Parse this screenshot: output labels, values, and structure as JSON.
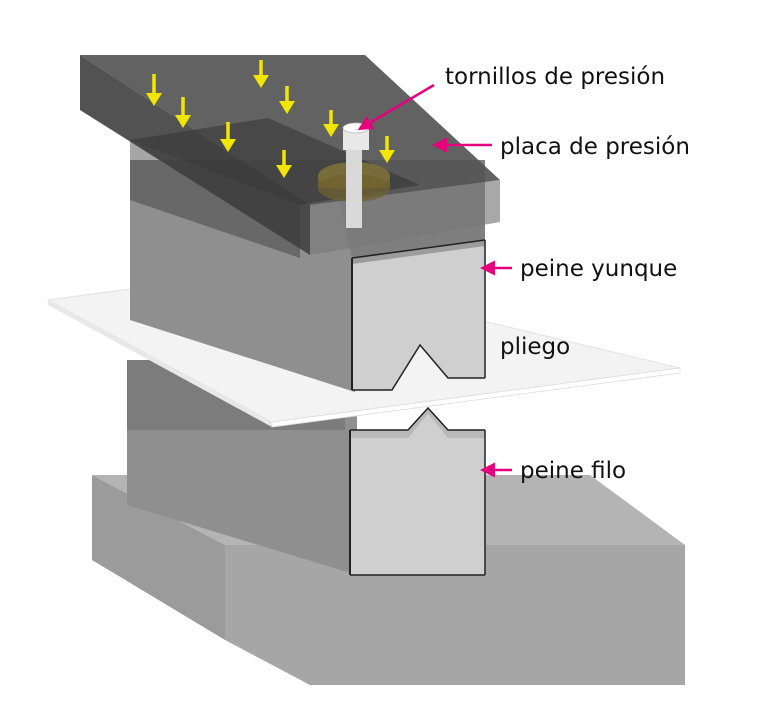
{
  "labels": {
    "pressure_screws": "tornillos de presión",
    "pressure_plate": "placa de presión",
    "anvil_comb": "peine yunque",
    "sheet": "pliego",
    "blade_comb": "peine filo"
  },
  "colors": {
    "pointer_arrow": "#e6007e",
    "force_arrow": "#f2e600",
    "pressure_plate": "#4a4a4a",
    "block_front": "#cfcfcf",
    "block_side": "#8f8f8f",
    "base_top": "#b4b4b4",
    "sheet": "#f3f3f3"
  },
  "icons": {
    "force_arrows": "arrow-down-icon",
    "label_pointers": "arrow-left-icon"
  }
}
